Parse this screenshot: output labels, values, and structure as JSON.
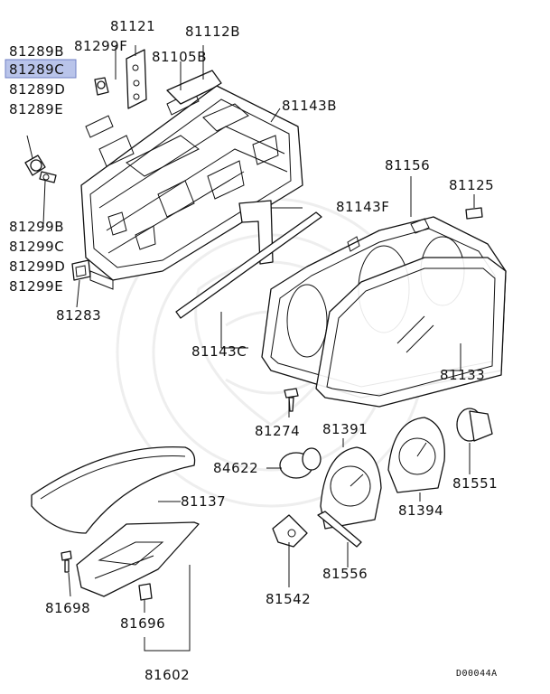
{
  "diagram": {
    "title": "",
    "callouts": {
      "p81289B": "81289B",
      "p81289C": "81289C",
      "p81289D": "81289D",
      "p81289E": "81289E",
      "p81299F": "81299F",
      "p81121": "81121",
      "p81112B": "81112B",
      "p81105B": "81105B",
      "p81143B": "81143B",
      "p81299B": "81299B",
      "p81299C": "81299C",
      "p81299D": "81299D",
      "p81299E": "81299E",
      "p81283": "81283",
      "p81143F": "81143F",
      "p81156": "81156",
      "p81125": "81125",
      "p81143C": "81143C",
      "p81133": "81133",
      "p81274": "81274",
      "p81391": "81391",
      "p84622": "84622",
      "p81137": "81137",
      "p81551": "81551",
      "p81394": "81394",
      "p81698": "81698",
      "p81696": "81696",
      "p81556": "81556",
      "p81542": "81542",
      "p81602": "81602"
    },
    "selected_callout": "81289C",
    "highlight_color": "#b9c4ea",
    "diagram_code": "D00044A"
  }
}
